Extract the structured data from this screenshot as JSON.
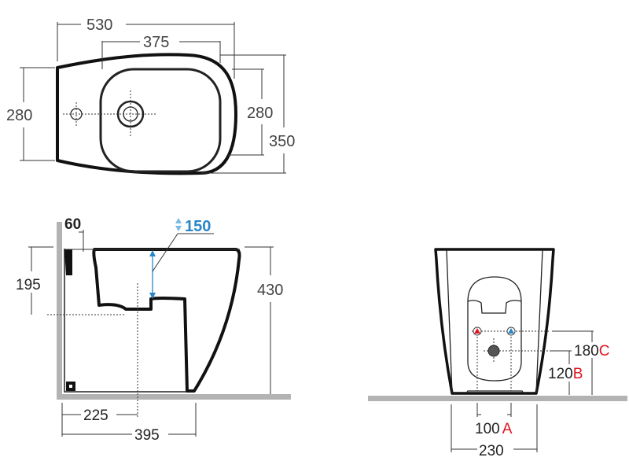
{
  "top_view": {
    "width_total": "530",
    "width_basin": "375",
    "depth_left": "280",
    "depth_basin": "280",
    "depth_total": "350"
  },
  "side_view": {
    "tap_offset": "60",
    "water_depth": "150",
    "drain_height": "195",
    "total_height": "430",
    "drain_distance": "225",
    "fixing_distance": "395"
  },
  "front_view": {
    "supply_spacing": "100",
    "supply_spacing_letter": "A",
    "base_width": "230",
    "supply_height": "180",
    "supply_height_letter": "C",
    "drain_height": "120",
    "drain_height_letter": "B"
  },
  "colors": {
    "hot": "#e0141e",
    "cold": "#2a86c8",
    "floor": "#b3b3b3",
    "accent_blue": "#2a86c8"
  }
}
